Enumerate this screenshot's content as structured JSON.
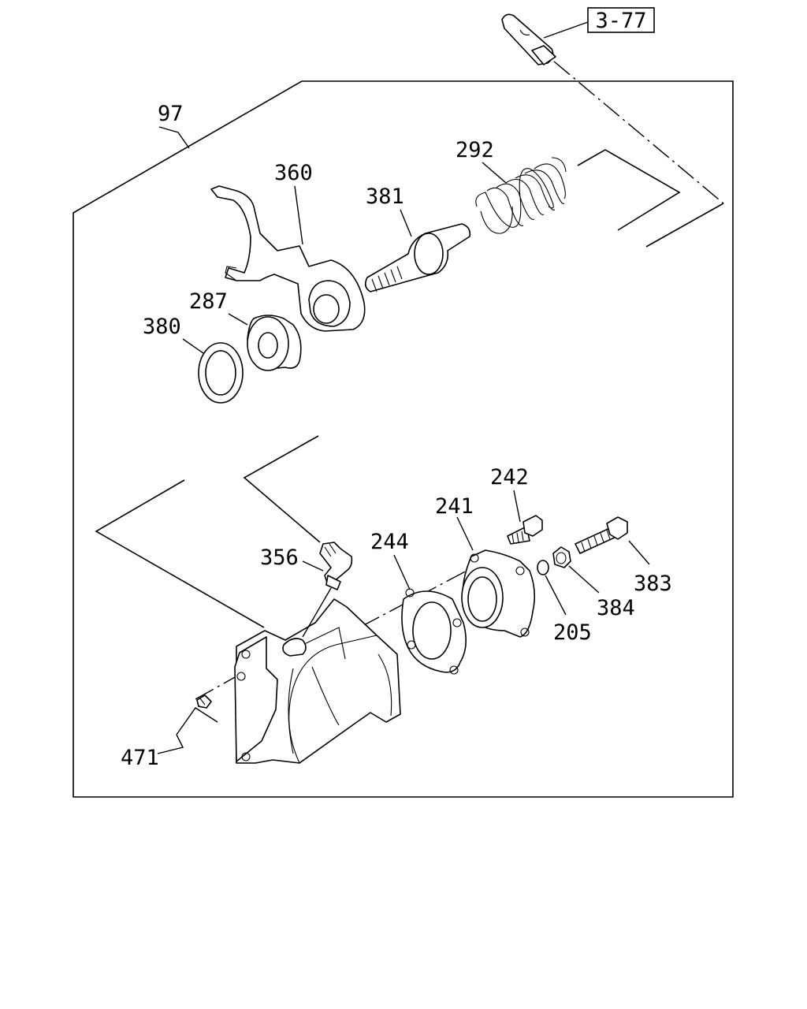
{
  "diagram": {
    "ref_box": "3-77",
    "labels": {
      "p97": "97",
      "p360": "360",
      "p381": "381",
      "p292": "292",
      "p287": "287",
      "p380": "380",
      "p242": "242",
      "p241": "241",
      "p244": "244",
      "p356": "356",
      "p383": "383",
      "p384": "384",
      "p205": "205",
      "p471": "471"
    }
  }
}
